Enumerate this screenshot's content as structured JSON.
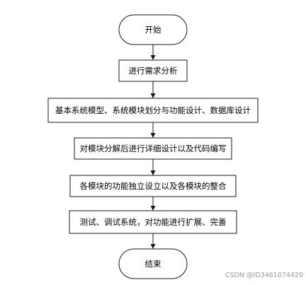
{
  "diagram": {
    "nodes": [
      {
        "id": "start",
        "shape": "terminator",
        "label": "开始"
      },
      {
        "id": "step1",
        "shape": "process",
        "label": "进行需求分析"
      },
      {
        "id": "step2",
        "shape": "process",
        "label": "基本系统模型、系统模块划分与功能设计、数据库设计"
      },
      {
        "id": "step3",
        "shape": "process",
        "label": "对模块分解后进行详细设计以及代码编写"
      },
      {
        "id": "step4",
        "shape": "process",
        "label": "各模块的功能独立设立以及各模块的整合"
      },
      {
        "id": "step5",
        "shape": "process",
        "label": "测试、调试系统，对功能进行扩展、完善"
      },
      {
        "id": "end",
        "shape": "terminator",
        "label": "结束"
      }
    ],
    "edges": [
      {
        "from": "start",
        "to": "step1"
      },
      {
        "from": "step1",
        "to": "step2"
      },
      {
        "from": "step2",
        "to": "step3"
      },
      {
        "from": "step3",
        "to": "step4"
      },
      {
        "from": "step4",
        "to": "step5"
      },
      {
        "from": "step5",
        "to": "end"
      }
    ]
  },
  "watermark": "CSDN @ID3461074420"
}
